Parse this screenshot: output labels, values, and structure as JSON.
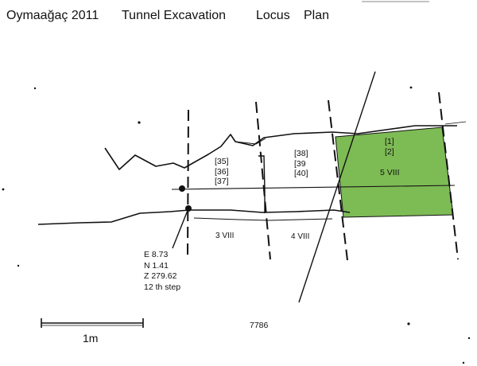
{
  "header": {
    "site": "Oymaağaç 2011",
    "excavation": "Tunnel Excavation",
    "word_locus": "Locus",
    "word_plan": "Plan"
  },
  "loci": {
    "locus_3": "3 VIII",
    "locus_4": "4 VIII",
    "locus_5": "5 VIII",
    "group_a": [
      "[35]",
      "[36]",
      "[37]"
    ],
    "group_b": [
      "[38]",
      "[39",
      "[40]"
    ],
    "group_c": [
      "[1]",
      "[2]"
    ]
  },
  "point": {
    "lines": [
      "E 8.73",
      "N 1.41",
      "Z 279.62",
      "12 th step"
    ]
  },
  "find_number": "7786",
  "scale": {
    "label": "1m"
  },
  "colors": {
    "highlight_fill": "#7dbb55",
    "ink": "#111111",
    "paper": "#ffffff"
  }
}
